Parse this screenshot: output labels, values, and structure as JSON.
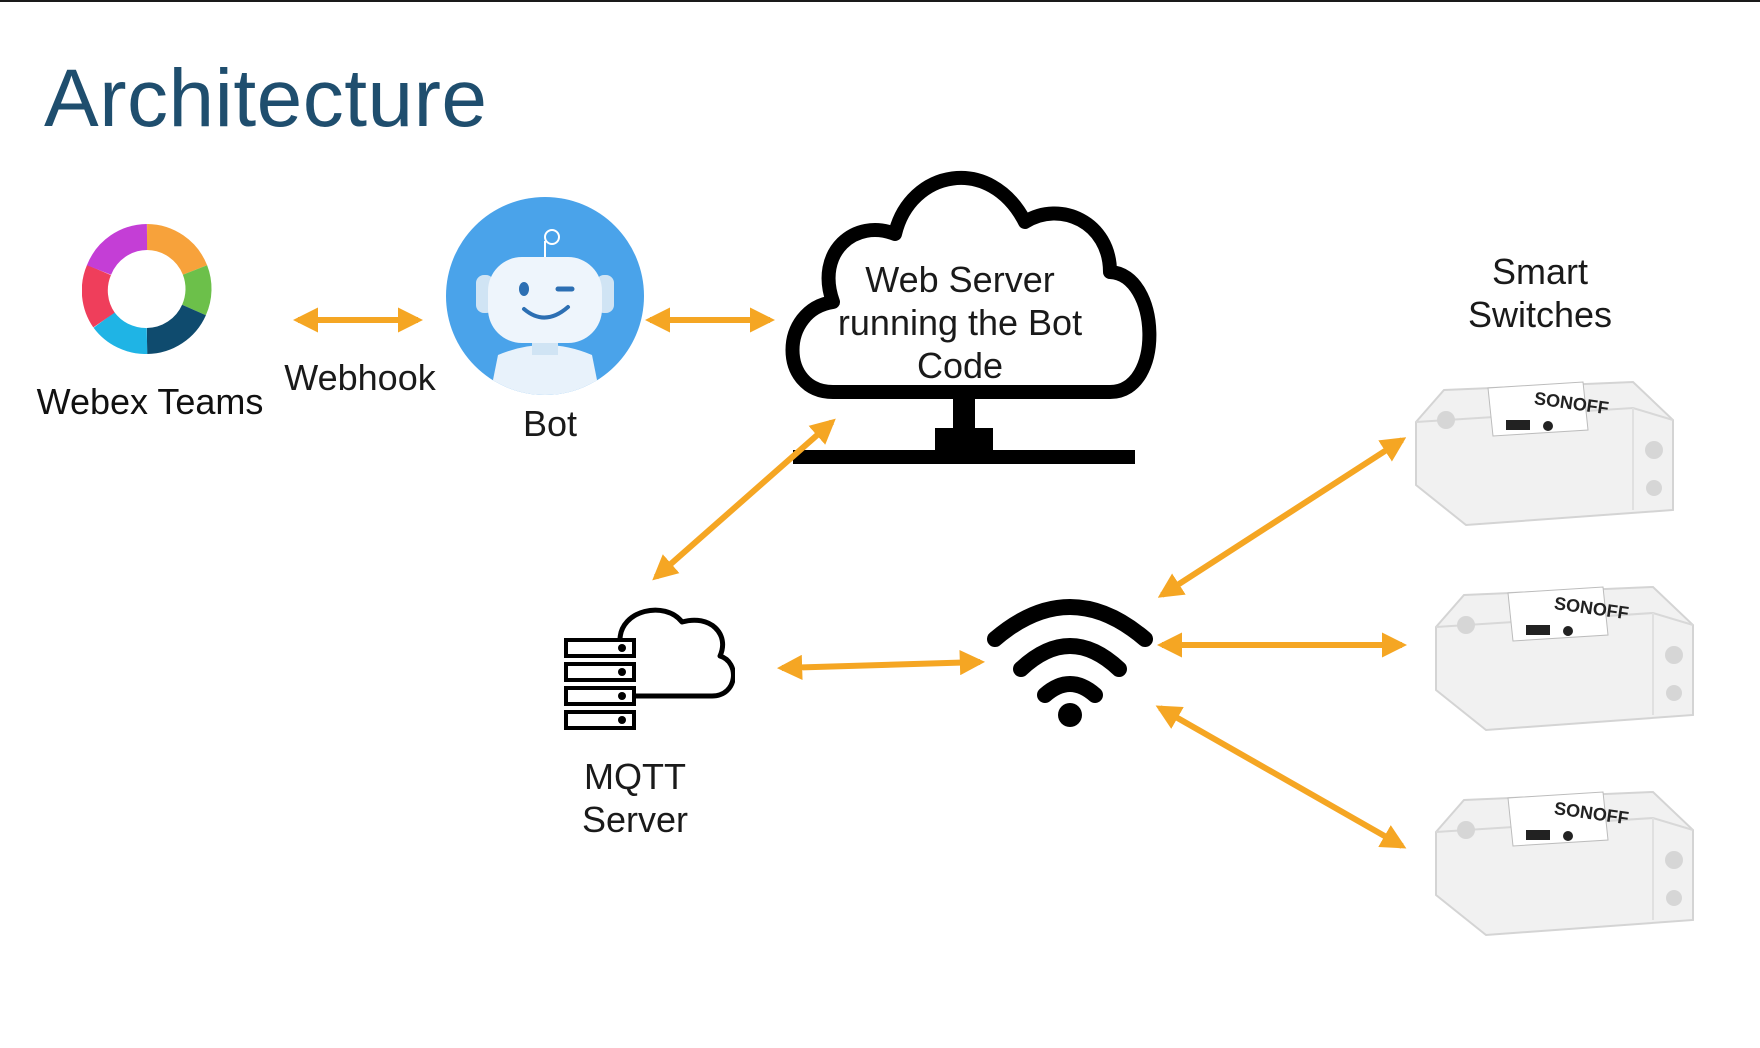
{
  "slide": {
    "title": "Architecture"
  },
  "nodes": {
    "webex": {
      "label": "Webex Teams",
      "icon": "webex-teams-logo"
    },
    "webhook": {
      "label": "Webhook"
    },
    "bot": {
      "label": "Bot",
      "icon": "robot-avatar"
    },
    "web_server": {
      "label_line1": "Web Server",
      "label_line2": "running the Bot",
      "label_line3": "Code",
      "icon": "cloud-network-icon"
    },
    "mqtt": {
      "label_line1": "MQTT",
      "label_line2": "Server",
      "icon": "server-cloud-icon"
    },
    "wifi": {
      "icon": "wifi-icon"
    },
    "switches": {
      "label_line1": "Smart",
      "label_line2": "Switches",
      "device_brand": "SONOFF",
      "count": 3
    }
  },
  "colors": {
    "title": "#1f4e6e",
    "arrow": "#f5a623",
    "bot_blue": "#4aa3ea"
  }
}
